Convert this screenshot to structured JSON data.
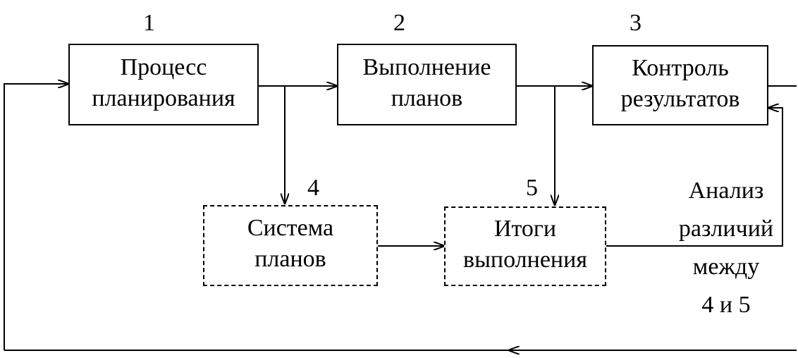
{
  "blocks": [
    {
      "number": "1",
      "lines": [
        "Процесс",
        "планирования"
      ]
    },
    {
      "number": "2",
      "lines": [
        "Выполнение",
        "планов"
      ]
    },
    {
      "number": "3",
      "lines": [
        "Контроль",
        "результатов"
      ]
    },
    {
      "number": "4",
      "lines": [
        "Система",
        "планов"
      ]
    },
    {
      "number": "5",
      "lines": [
        "Итоги",
        "выполнения"
      ]
    }
  ],
  "analysis_note": [
    "Анализ",
    "различий",
    "между",
    "4 и 5"
  ]
}
